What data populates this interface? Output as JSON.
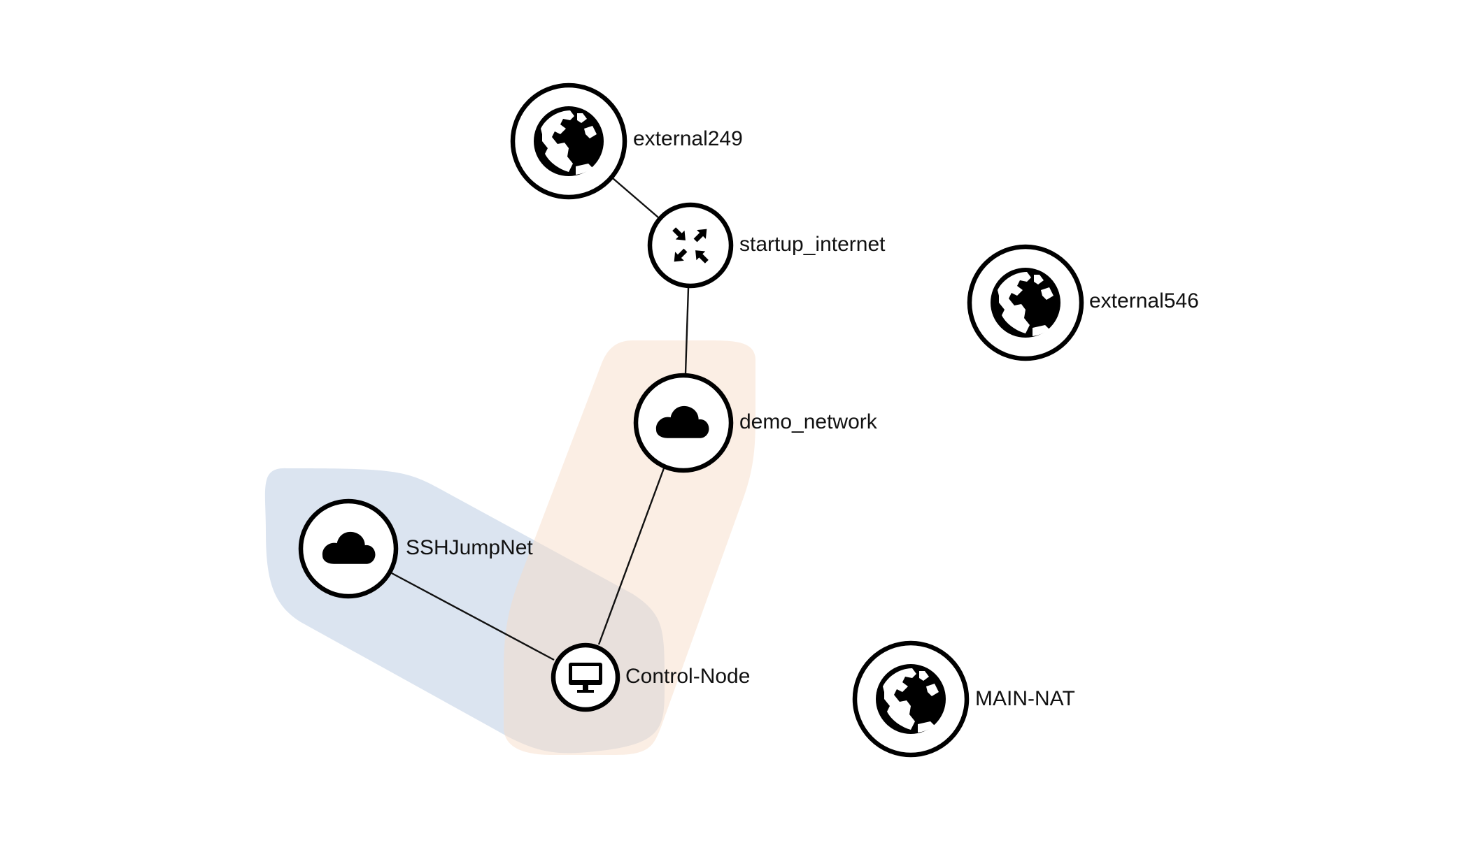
{
  "diagram": {
    "nodes": [
      {
        "id": "external249",
        "label": "external249",
        "icon": "globe-icon"
      },
      {
        "id": "startup_internet",
        "label": "startup_internet",
        "icon": "router-arrows-icon"
      },
      {
        "id": "external546",
        "label": "external546",
        "icon": "globe-icon"
      },
      {
        "id": "demo_network",
        "label": "demo_network",
        "icon": "cloud-icon"
      },
      {
        "id": "SSHJumpNet",
        "label": "SSHJumpNet",
        "icon": "cloud-icon"
      },
      {
        "id": "Control-Node",
        "label": "Control-Node",
        "icon": "monitor-icon"
      },
      {
        "id": "MAIN-NAT",
        "label": "MAIN-NAT",
        "icon": "globe-icon"
      }
    ],
    "links": [
      {
        "from": "external249",
        "to": "startup_internet"
      },
      {
        "from": "startup_internet",
        "to": "demo_network"
      },
      {
        "from": "demo_network",
        "to": "Control-Node"
      },
      {
        "from": "SSHJumpNet",
        "to": "Control-Node"
      }
    ],
    "groups": [
      {
        "id": "ssh-group",
        "color": "#c5d4e6"
      },
      {
        "id": "demo-group",
        "color": "#f7dcc7"
      }
    ]
  }
}
